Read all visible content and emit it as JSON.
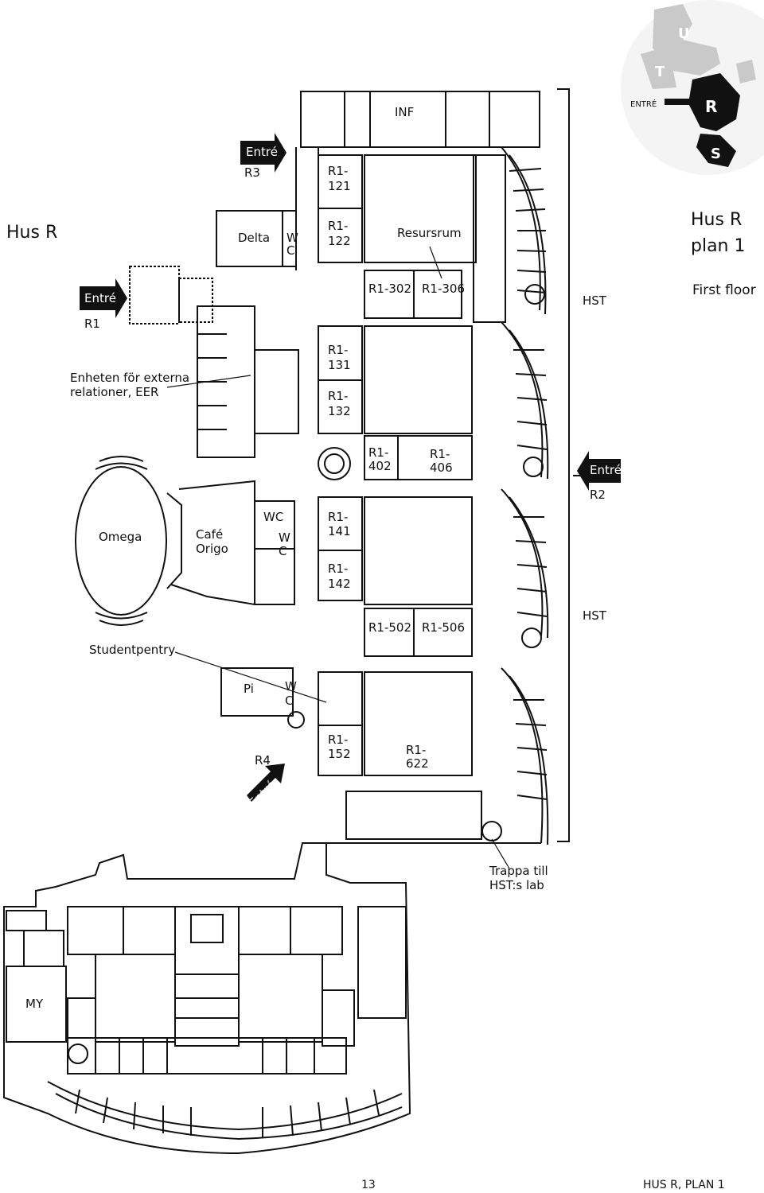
{
  "title": {
    "left": "Hus R",
    "right_line1": "Hus R",
    "right_line2": "plan 1",
    "first_floor": "First floor"
  },
  "keymap": {
    "entre": "ENTRÉ",
    "letters": [
      "U",
      "T",
      "R",
      "S"
    ]
  },
  "entrances": [
    {
      "word": "Entré",
      "label": "R1"
    },
    {
      "word": "Entré",
      "label": "R3"
    },
    {
      "word": "Entré",
      "label": "R2"
    },
    {
      "word": "Entré",
      "label": "R4"
    }
  ],
  "rooms": {
    "inf": "INF",
    "delta": "Delta",
    "wc_delta": [
      "W",
      "C"
    ],
    "r1_121": [
      "R1-",
      "121"
    ],
    "r1_122": [
      "R1-",
      "122"
    ],
    "resursrum": "Resursrum",
    "r1_302": "R1-302",
    "r1_306": "R1-306",
    "r1_131": [
      "R1-",
      "131"
    ],
    "r1_132": [
      "R1-",
      "132"
    ],
    "r1_402": [
      "R1-",
      "402"
    ],
    "r1_406": [
      "R1-",
      "406"
    ],
    "omega": "Omega",
    "cafe": [
      "Café",
      "Origo"
    ],
    "wc1": "WC",
    "wc2": [
      "W",
      "C"
    ],
    "r1_141": [
      "R1-",
      "141"
    ],
    "r1_142": [
      "R1-",
      "142"
    ],
    "r1_502": "R1-502",
    "r1_506": "R1-506",
    "studentpentry": "Studentpentry",
    "pi": "Pi",
    "wc3": [
      "W",
      "C"
    ],
    "r1_152": [
      "R1-",
      "152"
    ],
    "r1_622": [
      "R1-",
      "622"
    ],
    "my": "MY"
  },
  "annotations": {
    "eer": [
      "Enheten för externa",
      "relationer, EER"
    ],
    "hst_upper": "HST",
    "hst_lower": "HST",
    "trappa": [
      "Trappa till",
      "HST:s lab"
    ]
  },
  "footer": {
    "page_number": "13",
    "running_title": "HUS R, PLAN 1"
  }
}
